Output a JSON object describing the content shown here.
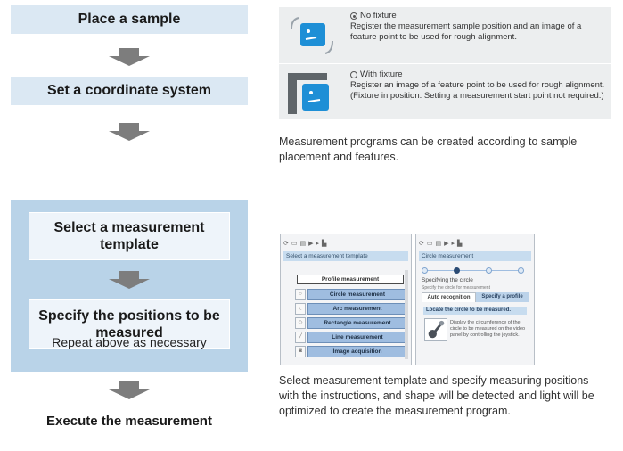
{
  "flow": {
    "place_sample": "Place a sample",
    "set_coordinate": "Set a coordinate system",
    "select_template": "Select a measurement template",
    "specify_positions": "Specify the positions to be measured",
    "repeat": "Repeat above as necessary",
    "execute": "Execute the measurement"
  },
  "fixture": {
    "no_fixture": {
      "option": "No fixture",
      "description": "Register the measurement sample position and an image of a feature point to be used for rough alignment.",
      "selected": true
    },
    "with_fixture": {
      "option": "With fixture",
      "description": "Register an image of a feature point to be used for rough alignment. (Fixture in position. Setting a measurement start point not required.)",
      "selected": false
    }
  },
  "captions": {
    "programs": "Measurement programs can be created according to sample placement and features.",
    "template": "Select measurement template and specify measuring positions with the instructions, and shape will be detected and light will be optimized to create the measurement program."
  },
  "screenshot_left": {
    "header": "Select a measurement template",
    "dropdown": "Profile measurement",
    "buttons": [
      "Circle measurement",
      "Arc measurement",
      "Rectangle measurement",
      "Line measurement",
      "Image acquisition"
    ]
  },
  "screenshot_right": {
    "header": "Circle measurement",
    "title": "Specifying the circle",
    "subtitle": "Specify the circle for measurement",
    "tab_auto": "Auto recognition",
    "tab_profile": "Specify a profile",
    "locate": "Locate the circle to be measured.",
    "hint": "Display the circumference of the circle to be measured on the video panel by controlling the joystick."
  },
  "colors": {
    "step_plain_bg": "#dbe8f3",
    "group_bg": "#b9d3e8",
    "arrow": "#7d7d7d",
    "accent_blue": "#1e8fd6"
  }
}
